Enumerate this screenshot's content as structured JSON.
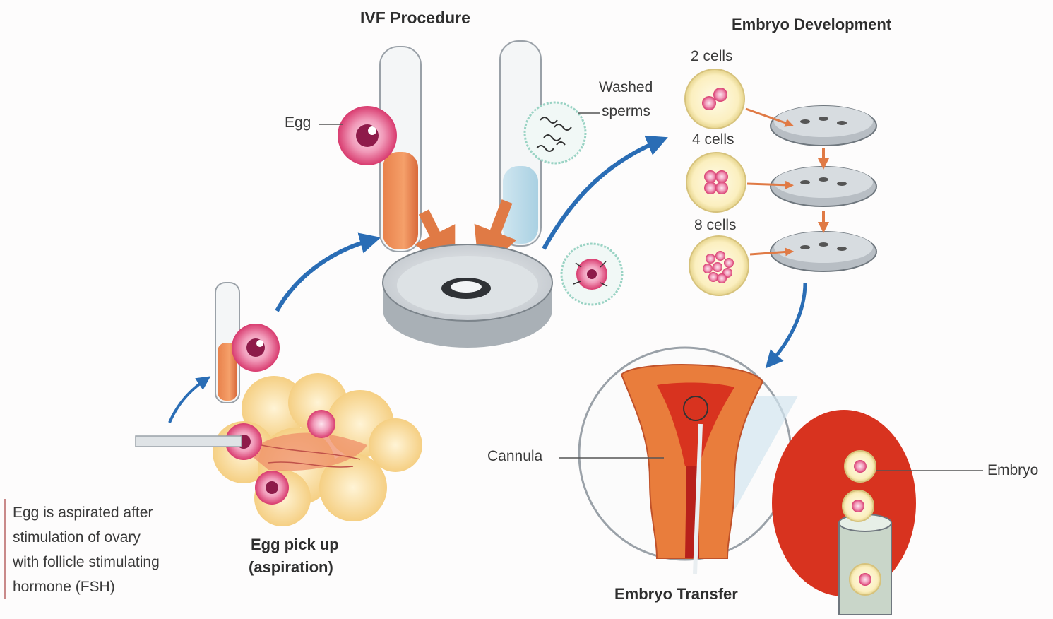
{
  "titles": {
    "ivf_procedure": "IVF Procedure",
    "embryo_development": "Embryo Development",
    "egg_pickup": [
      "Egg pick up",
      "(aspiration)"
    ],
    "embryo_transfer": "Embryo Transfer"
  },
  "labels": {
    "egg": "Egg",
    "washed_sperms": [
      "Washed",
      "sperms"
    ],
    "cells_2": "2 cells",
    "cells_4": "4 cells",
    "cells_8": "8 cells",
    "cannula": "Cannula",
    "embryo": "Embryo"
  },
  "note": [
    "Egg is aspirated after",
    "stimulation of ovary",
    "with follicle stimulating",
    "hormone (FSH)"
  ],
  "colors": {
    "arrow_blue": "#2a6db5",
    "arrow_orange": "#e07a45",
    "egg_pink": "#e44b7d",
    "uterus_red": "#d8331f",
    "uterus_orange": "#e97d3c",
    "follicle_yellow": "#f7d58a",
    "dish_grey": "#9aa1a8"
  }
}
